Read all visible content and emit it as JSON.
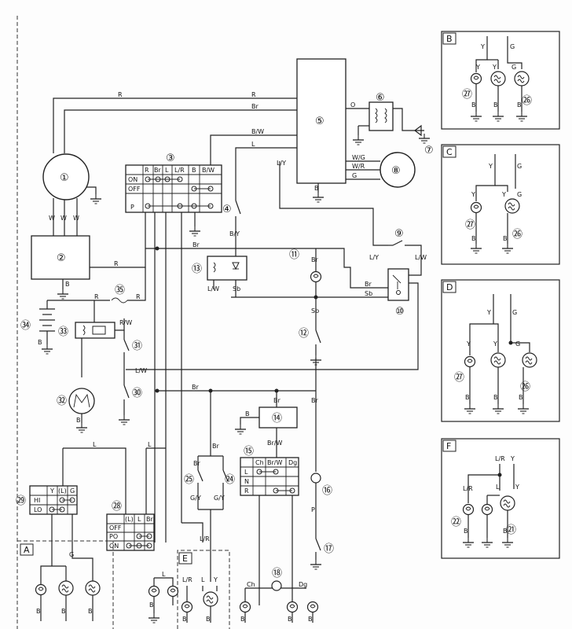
{
  "components": {
    "c1": "①",
    "c2": "②",
    "c3": "③",
    "c4": "④",
    "c5": "⑤",
    "c6": "⑥",
    "c7": "⑦",
    "c8": "⑧",
    "c9": "⑨",
    "c10": "⑩",
    "c11": "⑪",
    "c12": "⑫",
    "c13": "⑬",
    "c14": "⑭",
    "c15": "⑮",
    "c16": "⑯",
    "c17": "⑰",
    "c18": "⑱",
    "c21": "㉑",
    "c22": "㉒",
    "c24": "㉔",
    "c25": "㉕",
    "c26": "㉖",
    "c27": "㉗",
    "c28": "㉘",
    "c29": "㉙",
    "c30": "㉚",
    "c31": "㉛",
    "c32": "㉜",
    "c33": "㉝",
    "c34": "㉞",
    "c35": "㉟"
  },
  "panels": {
    "A": "A",
    "B": "B",
    "C": "C",
    "D": "D",
    "E": "E",
    "F": "F"
  },
  "wire_colors": {
    "R": "R",
    "Br": "Br",
    "BW": "B/W",
    "L": "L",
    "LY": "L/Y",
    "O": "O",
    "B": "B",
    "WG": "W/G",
    "WR": "W/R",
    "G": "G",
    "W": "W",
    "BY": "B/Y",
    "LW": "L/W",
    "Sb": "Sb",
    "RW": "R/W",
    "LR": "L/R",
    "Y": "Y",
    "GY": "G/Y",
    "Ch": "Ch",
    "Dg": "Dg",
    "P": "P",
    "BrW": "Br/W",
    "L_paren": "(L)"
  },
  "main_switch": {
    "headers": [
      "R",
      "Br",
      "L",
      "L/R",
      "B",
      "B/W"
    ],
    "rows": [
      "ON",
      "OFF",
      "P"
    ]
  },
  "dimmer_switch": {
    "headers": [
      "Y",
      "(L)",
      "G"
    ],
    "rows": [
      "HI",
      "LO"
    ]
  },
  "light_switch": {
    "headers": [
      "(L)",
      "L",
      "Br"
    ],
    "rows": [
      "OFF",
      "PO",
      "ON"
    ]
  },
  "turn_switch": {
    "headers": [
      "Ch",
      "Br/W",
      "Dg"
    ],
    "rows": [
      "L",
      "N",
      "R"
    ]
  },
  "icons": {
    "ground": "ground-icon",
    "bulb": "bulb-icon",
    "motor": "motor-icon",
    "switch": "switch-icon"
  }
}
